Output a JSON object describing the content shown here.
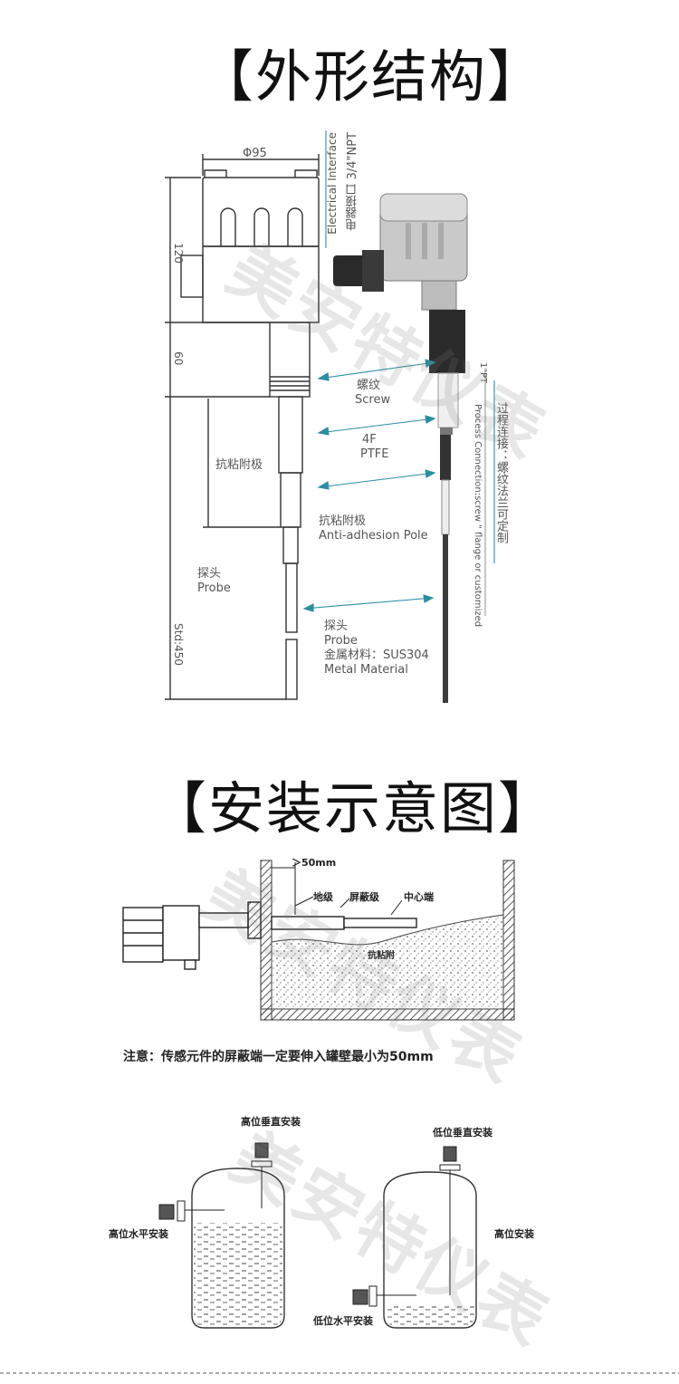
{
  "section1": {
    "title": "【外形结构】",
    "dim_diameter": "Φ95",
    "dim_120": "120",
    "dim_60": "60",
    "dim_std": "Std:450",
    "left_anti_adhesion": "抗粘附极",
    "left_probe_cn": "探头",
    "left_probe_en": "Probe",
    "electrical_cn": "电器接口 3/4\"NPT",
    "electrical_en": "Electrical Interface",
    "screw_cn": "螺纹",
    "screw_en": "Screw",
    "ptfe_a": "4F",
    "ptfe_b": "PTFE",
    "anti_cn": "抗粘附极",
    "anti_en": "Anti-adhesion Pole",
    "probe_cn": "探头",
    "probe_en": "Probe",
    "material_cn": "金属材料：SUS304",
    "material_en": "Metal Material",
    "pt_label": "1\"PT",
    "process_cn": "过程连接：螺纹法兰可定制",
    "process_en": "Process Connection:screw \" flange or customized"
  },
  "section2": {
    "title": "【安装示意图】",
    "gap": "＞50mm",
    "ground": "地级",
    "shield": "屏蔽级",
    "center": "中心端",
    "anti": "抗粘附",
    "note": "注意：传感元件的屏蔽端一定要伸入罐壁最小为50mm"
  },
  "section3": {
    "high_vertical": "高位垂直安装",
    "high_horizontal": "高位水平安装",
    "low_vertical": "低位垂直安装",
    "high_install": "高位安装",
    "low_horizontal": "低位水平安装"
  },
  "watermark": "美安特仪表"
}
